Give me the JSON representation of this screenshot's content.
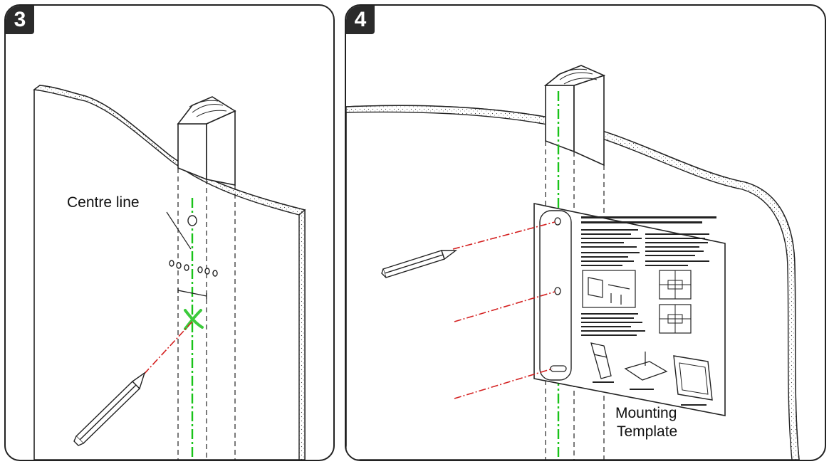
{
  "panel3": {
    "step": "3",
    "callout": "Centre line"
  },
  "panel4": {
    "step": "4",
    "template_line1": "Mounting",
    "template_line2": "Template"
  },
  "colors": {
    "line": "#222222",
    "centre_line": "#19c319",
    "mark_x": "#3ccb3c",
    "laser": "#d42020"
  },
  "icons": [
    "pencil-icon",
    "stud-icon",
    "drywall-icon",
    "mounting-template-icon",
    "drill-hole-icon"
  ]
}
